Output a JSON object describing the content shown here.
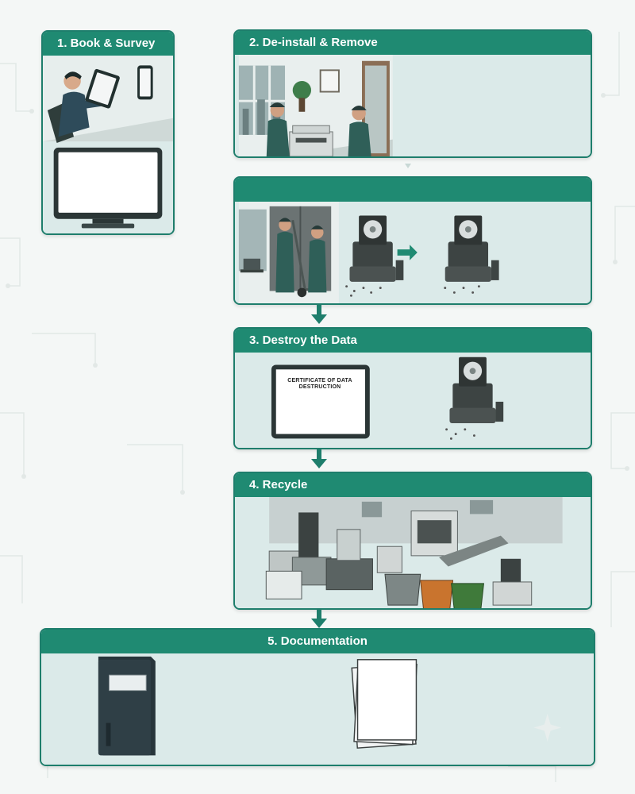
{
  "steps": {
    "s1": {
      "title": "1. Book & Survey"
    },
    "s2": {
      "title": "2. De-install & Remove"
    },
    "s2b": {
      "title": ""
    },
    "s3": {
      "title": "3. Destroy the Data",
      "certificate": "CERTIFICATE OF DATA DESTRUCTION"
    },
    "s4": {
      "title": "4. Recycle"
    },
    "s5": {
      "title": "5. Documentation"
    }
  },
  "colors": {
    "header": "#1f8a72",
    "border": "#1e7e6c",
    "panel": "#dbeae9",
    "arrow": "#1e7e6c",
    "uniform": "#2f5f58",
    "orange_bin": "#c9742e",
    "green_bin": "#3f7a3a"
  }
}
